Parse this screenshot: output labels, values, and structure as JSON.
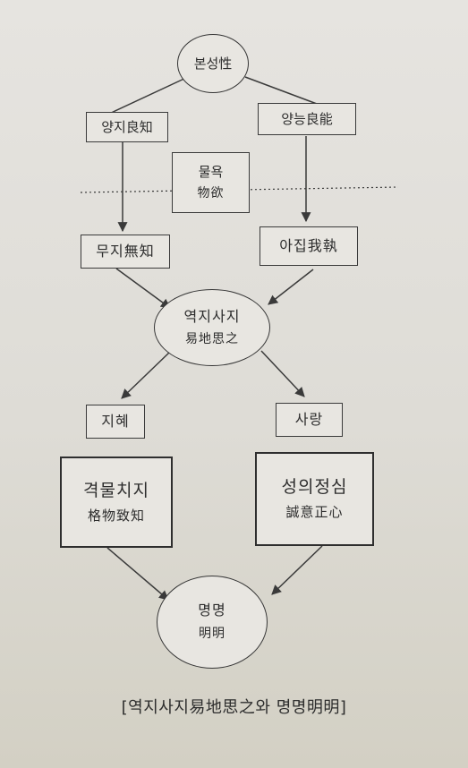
{
  "diagram": {
    "top_node": "본성性",
    "left_branch": "양지良知",
    "right_branch": "양능良能",
    "center_box": {
      "korean": "물욕",
      "hanja": "物欲"
    },
    "left_result": "무지無知",
    "right_result": "아집我執",
    "hub": {
      "korean": "역지사지",
      "hanja": "易地思之"
    },
    "left_virtue": "지혜",
    "right_virtue": "사랑",
    "left_method": {
      "korean": "격물치지",
      "hanja": "格物致知"
    },
    "right_method": {
      "korean": "성의정심",
      "hanja": "誠意正心"
    },
    "goal": {
      "korean": "명명",
      "hanja": "明明"
    }
  },
  "caption": "[역지사지易地思之와 명명明明]",
  "colors": {
    "ink": "#2d2d2d",
    "node_fill": "#e8e6e1",
    "page": "#e2e0dc"
  }
}
